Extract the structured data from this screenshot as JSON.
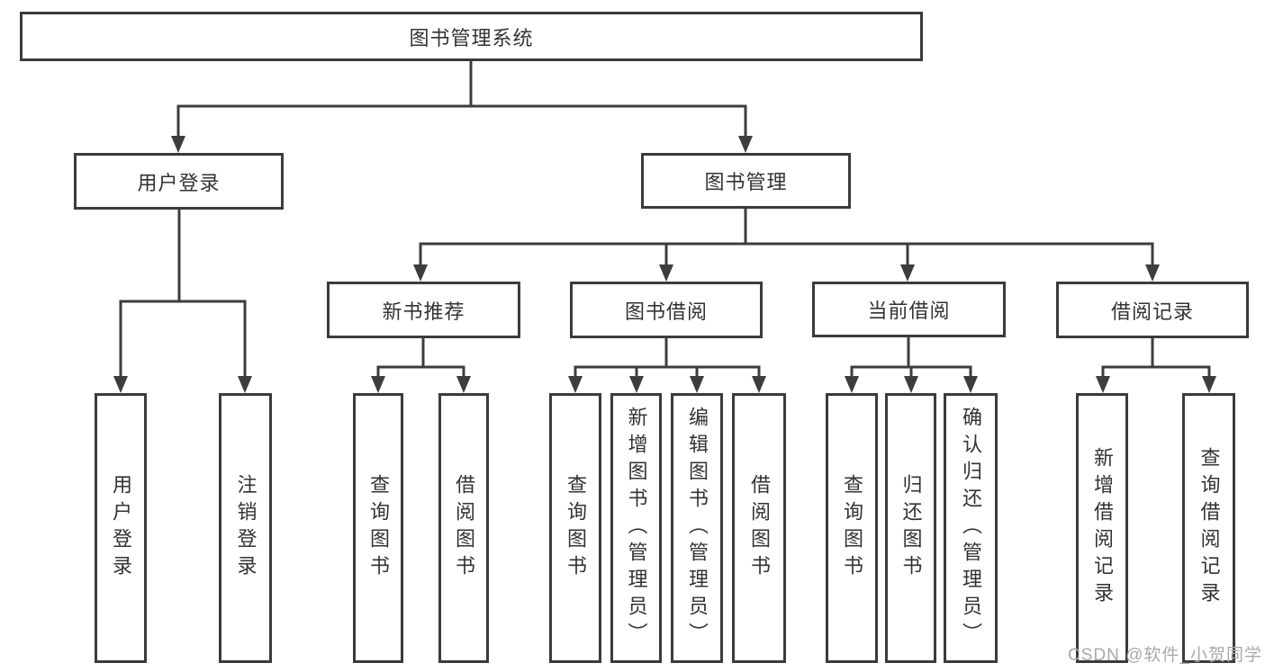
{
  "nodes": {
    "root": {
      "label": "图书管理系统"
    },
    "user_login": {
      "label": "用户登录"
    },
    "book_mgmt": {
      "label": "图书管理"
    },
    "new_books": {
      "label": "新书推荐"
    },
    "current_borrow": {
      "label": "当前借阅"
    },
    "borrowing": {
      "label": "图书借阅"
    },
    "borrow_records": {
      "label": "借阅记录"
    },
    "leaf_user_login": {
      "label": "用户登录"
    },
    "leaf_logout": {
      "label": "注销登录"
    },
    "leaf_nb_search": {
      "label": "查询图书"
    },
    "leaf_nb_borrow": {
      "label": "借阅图书"
    },
    "leaf_bw_search": {
      "label": "查询图书"
    },
    "leaf_bw_add": {
      "label": "新增图书（管理员）"
    },
    "leaf_bw_edit": {
      "label": "编辑图书（管理员）"
    },
    "leaf_bw_borrow": {
      "label": "借阅图书"
    },
    "leaf_cur_search": {
      "label": "查询图书"
    },
    "leaf_cur_return": {
      "label": "归还图书"
    },
    "leaf_cur_confirm": {
      "label": "确认归还（管理员）"
    },
    "leaf_rec_add": {
      "label": "新增借阅记录"
    },
    "leaf_rec_search": {
      "label": "查询借阅记录"
    }
  },
  "hierarchy": {
    "图书管理系统": {
      "用户登录": [
        "用户登录",
        "注销登录"
      ],
      "图书管理": {
        "新书推荐": [
          "查询图书",
          "借阅图书"
        ],
        "图书借阅": [
          "查询图书",
          "新增图书（管理员）",
          "编辑图书（管理员）",
          "借阅图书"
        ],
        "当前借阅": [
          "查询图书",
          "归还图书",
          "确认归还（管理员）"
        ],
        "借阅记录": [
          "新增借阅记录",
          "查询借阅记录"
        ]
      }
    }
  },
  "watermark": {
    "text": "CSDN @软件_小贺同学"
  },
  "colors": {
    "line": "#3d3d3d",
    "border": "#3b3b3b",
    "text": "#333333",
    "watermark": "#a9a9a9",
    "background": "#ffffff"
  }
}
